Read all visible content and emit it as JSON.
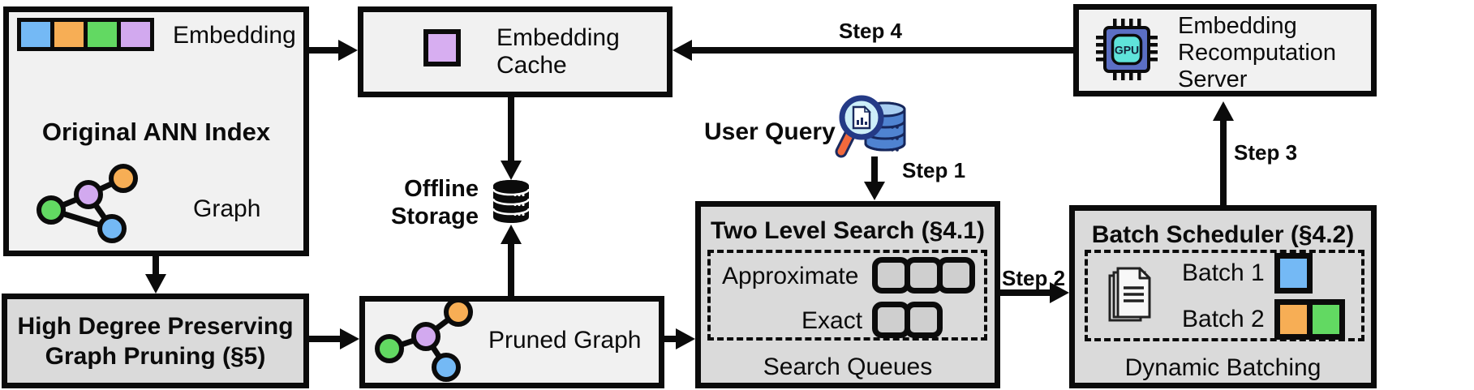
{
  "diagram": {
    "original_ann_index": {
      "title": "Original ANN Index",
      "embedding_label": "Embedding",
      "graph_label": "Graph"
    },
    "high_degree_pruning": {
      "line1": "High Degree Preserving",
      "line2": "Graph Pruning (§5)"
    },
    "embedding_cache": {
      "line1": "Embedding",
      "line2": "Cache"
    },
    "offline_storage": {
      "line1": "Offline",
      "line2": "Storage"
    },
    "pruned_graph": {
      "label": "Pruned Graph"
    },
    "user_query": {
      "label": "User Query"
    },
    "steps": {
      "step1": "Step 1",
      "step2": "Step 2",
      "step3": "Step 3",
      "step4": "Step 4"
    },
    "two_level_search": {
      "title": "Two Level Search (§4.1)",
      "row1_label": "Approximate",
      "row2_label": "Exact",
      "caption": "Search Queues"
    },
    "batch_scheduler": {
      "title": "Batch Scheduler (§4.2)",
      "batch1_label": "Batch 1",
      "batch2_label": "Batch 2",
      "caption": "Dynamic Batching"
    },
    "recomputation_server": {
      "line1": "Embedding",
      "line2": "Recomputation",
      "line3": "Server",
      "gpu_label": "GPU"
    },
    "colors": {
      "embedding_blue": "#74b9f5",
      "embedding_orange": "#f7ae55",
      "embedding_green": "#62d962",
      "embedding_purple": "#d2a9ef",
      "box_light": "#f1f1f1",
      "box_dark": "#dadada",
      "queue_fill": "#cfcfcf",
      "gpu_body": "#5b6fc4",
      "gpu_screen": "#5fe3da",
      "query_db_blue": "#4f83d1",
      "magnifier_handle_orange": "#f2693c",
      "outline_black": "#0b0b0b"
    }
  }
}
